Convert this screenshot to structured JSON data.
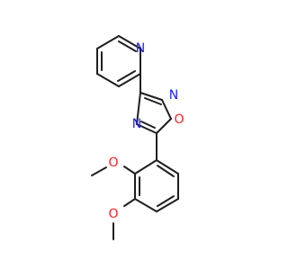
{
  "molecule": {
    "atoms": {
      "pyridine_n": "N",
      "oxadiazole_n2": "N",
      "oxadiazole_o1": "O",
      "oxadiazole_n4": "N",
      "methoxy_o_upper": "O",
      "methoxy_o_lower": "O"
    },
    "colors": {
      "bond": "#1f1f1f",
      "nitrogen": "#1c1cff",
      "oxygen": "#ff2020",
      "background": "#ffffff"
    }
  }
}
